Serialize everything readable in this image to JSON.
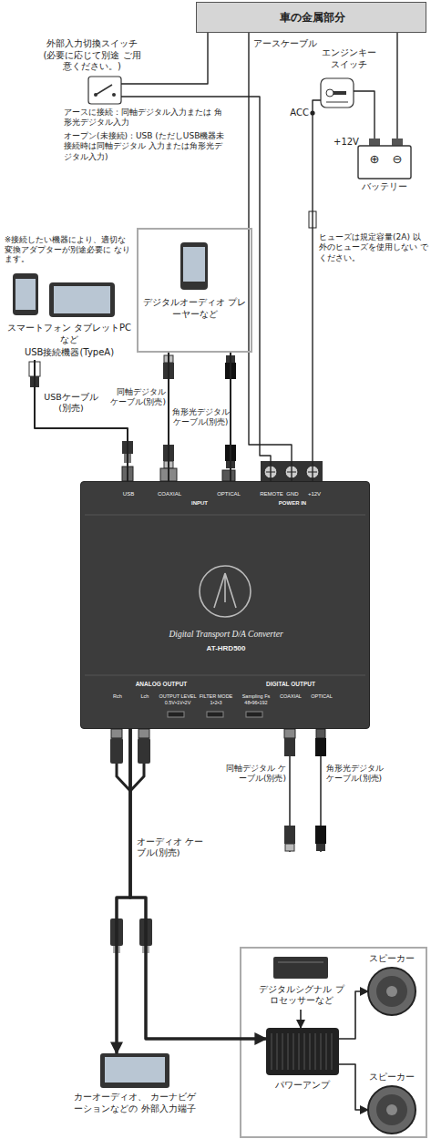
{
  "diagram": {
    "nodes": [
      {
        "text": [
          "車の金属部分"
        ]
      },
      {
        "text": [
          "外部入力切換スイッチ (必要に応じて別途 ご用意ください。)"
        ]
      },
      {
        "text": [
          "エンジンキー スイッチ"
        ]
      },
      {
        "text": [
          "⊕",
          "⊖",
          "バッテリー"
        ]
      },
      {
        "text": [
          "※接続したい機器により、適切な 変換アダプターが別途必要に なります。",
          "スマートフォン タブレットPCなど",
          "USB接続機器(TypeA)"
        ]
      },
      {
        "text": [
          "デジタルオーディオ プレーヤーなど"
        ]
      },
      {
        "text": [
          "USB",
          "COAXIAL",
          "INPUT",
          "OPTICAL",
          "REMOTE",
          "GND",
          "+12V",
          "POWER IN",
          "Digital Transport D/A Converter",
          "AT-HRD500",
          "ANALOG OUTPUT",
          "DIGITAL OUTPUT",
          "Rch",
          "Lch",
          "OUTPUT LEVEL 0.5V•1V•2V",
          "FILTER MODE 1•2•3",
          "Sampling Fs 48•96•192",
          "COAXIAL",
          "OPTICAL"
        ]
      },
      {
        "text": [
          "デジタルシグナル プロセッサーなど"
        ]
      },
      {
        "text": [
          "パワーアンプ"
        ]
      },
      {
        "text": [
          "スピーカー"
        ]
      },
      {
        "text": [
          "スピーカー"
        ]
      },
      {
        "text": [
          "カーオーディオ、 カーナビゲーションなどの 外部入力端子"
        ]
      }
    ],
    "edges": [
      {
        "from": 1,
        "to": 0,
        "arrow": "none"
      },
      {
        "from": 1,
        "to": 6,
        "arrow": "none"
      },
      {
        "from": 0,
        "to": 6,
        "arrow": "none"
      },
      {
        "from": 2,
        "to": 6,
        "arrow": "none"
      },
      {
        "from": 3,
        "to": 2,
        "arrow": "none"
      },
      {
        "from": 3,
        "to": 0,
        "arrow": "none"
      },
      {
        "from": 4,
        "to": 6,
        "arrow": "none"
      },
      {
        "from": 5,
        "to": 6,
        "arrow": "none"
      },
      {
        "from": 5,
        "to": 6,
        "arrow": "none"
      },
      {
        "from": 6,
        "to": 11,
        "arrow": "to"
      },
      {
        "from": 6,
        "to": 8,
        "arrow": "to"
      },
      {
        "from": 7,
        "to": 8,
        "arrow": "to"
      },
      {
        "from": 8,
        "to": 9,
        "arrow": "to"
      },
      {
        "from": 8,
        "to": 10,
        "arrow": "to"
      }
    ],
    "labels": [
      "アースケーブル",
      "ACC",
      "+12V",
      "アースに接続：同軸デジタル入力または 角形光デジタル入力",
      "オープン(未接続)：USB (ただしUSB機器未接続時は同軸デジタル 入力または角形光デジタル入力)",
      "ヒューズは規定容量(2A) 以外のヒューズを使用しない でください。",
      "USBケーブル (別売)",
      "同軸デジタル ケーブル(別売)",
      "角形光デジタル ケーブル(別売)",
      "同軸デジタル ケーブル(別売)",
      "角形光デジタル ケーブル(別売)",
      "オーディオ ケーブル(別売)"
    ]
  }
}
